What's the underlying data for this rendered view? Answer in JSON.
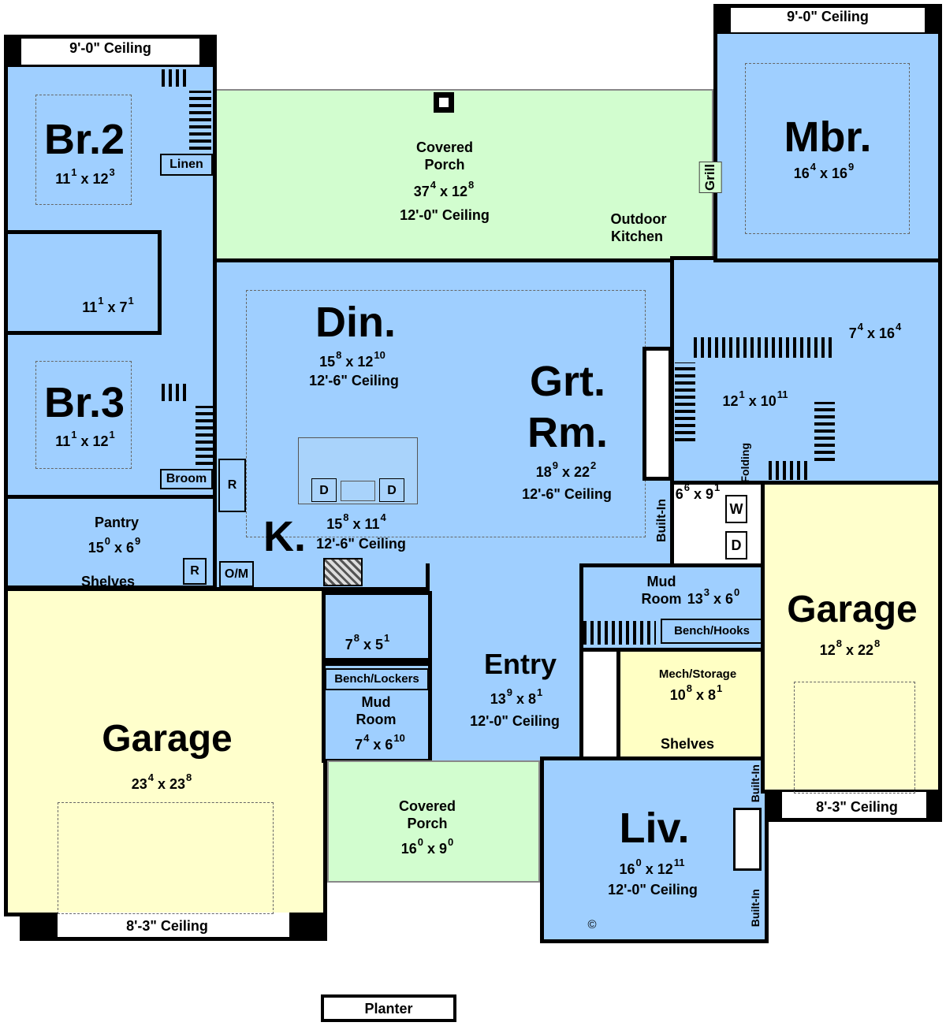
{
  "ceilings": {
    "br2_top": "9'-0\" Ceiling",
    "mbr_top": "9'-0\" Ceiling",
    "left_garage": "8'-3\" Ceiling",
    "right_garage": "8'-3\" Ceiling"
  },
  "rooms": {
    "br2": {
      "name": "Br.2",
      "w": "11",
      "wi": "1",
      "l": "12",
      "li": "3"
    },
    "bath2": {
      "w": "11",
      "wi": "1",
      "l": "7",
      "li": "1"
    },
    "br3": {
      "name": "Br.3",
      "w": "11",
      "wi": "1",
      "l": "12",
      "li": "1"
    },
    "pantry": {
      "name": "Pantry",
      "w": "15",
      "wi": "0",
      "l": "6",
      "li": "9",
      "shelves": "Shelves"
    },
    "garage_left": {
      "name": "Garage",
      "w": "23",
      "wi": "4",
      "l": "23",
      "li": "8"
    },
    "covered_porch_rear": {
      "name1": "Covered",
      "name2": "Porch",
      "w": "37",
      "wi": "4",
      "l": "12",
      "li": "8",
      "ceiling": "12'-0\" Ceiling"
    },
    "outdoor_kitchen": {
      "name1": "Outdoor",
      "name2": "Kitchen",
      "grill": "Grill"
    },
    "dining": {
      "name": "Din.",
      "w": "15",
      "wi": "8",
      "l": "12",
      "li": "10",
      "ceiling": "12'-6\" Ceiling"
    },
    "great_room": {
      "name1": "Grt.",
      "name2": "Rm.",
      "w": "18",
      "wi": "9",
      "l": "22",
      "li": "2",
      "ceiling": "12'-6\" Ceiling",
      "builtin": "Built-In"
    },
    "kitchen": {
      "name": "K.",
      "w": "15",
      "wi": "8",
      "l": "11",
      "li": "4",
      "ceiling": "12'-6\" Ceiling",
      "om": "O/M",
      "fridge": "R",
      "dishwasher": "D"
    },
    "mbr": {
      "name": "Mbr.",
      "w": "16",
      "wi": "4",
      "l": "16",
      "li": "9"
    },
    "mbath": {
      "w": "7",
      "wi": "4",
      "l": "16",
      "li": "4"
    },
    "mcloset": {
      "w": "12",
      "wi": "1",
      "l": "10",
      "li": "11"
    },
    "laundry": {
      "w": "6",
      "wi": "6",
      "l": "9",
      "li": "1",
      "folding": "Folding",
      "washer": "W",
      "dryer": "D"
    },
    "garage_right": {
      "name": "Garage",
      "w": "12",
      "wi": "8",
      "l": "22",
      "li": "8"
    },
    "mud_right": {
      "name1": "Mud",
      "name2": "Room",
      "w": "13",
      "wi": "3",
      "l": "6",
      "li": "0",
      "bench": "Bench/Hooks"
    },
    "mech": {
      "name": "Mech/Storage",
      "w": "10",
      "wi": "8",
      "l": "8",
      "li": "1",
      "shelves": "Shelves"
    },
    "bath_half": {
      "w": "7",
      "wi": "8",
      "l": "5",
      "li": "1"
    },
    "mud_left": {
      "name1": "Mud",
      "name2": "Room",
      "w": "7",
      "wi": "4",
      "l": "6",
      "li": "10",
      "bench": "Bench/Lockers"
    },
    "entry": {
      "name": "Entry",
      "w": "13",
      "wi": "9",
      "l": "8",
      "li": "1",
      "ceiling": "12'-0\" Ceiling"
    },
    "covered_porch_front": {
      "name1": "Covered",
      "name2": "Porch",
      "w": "16",
      "wi": "0",
      "l": "9",
      "li": "0"
    },
    "living": {
      "name": "Liv.",
      "w": "16",
      "wi": "0",
      "l": "12",
      "li": "11",
      "ceiling": "12'-0\" Ceiling",
      "builtin": "Built-In"
    },
    "linen": {
      "name": "Linen"
    },
    "broom": {
      "name": "Broom"
    },
    "pantry_fridge": {
      "name": "R"
    },
    "planter": {
      "name": "Planter"
    }
  },
  "copyright": "©",
  "colors": {
    "interior": "#9fcfff",
    "porch": "#d2fdcf",
    "garage": "#ffffcc",
    "wall": "#000000"
  }
}
